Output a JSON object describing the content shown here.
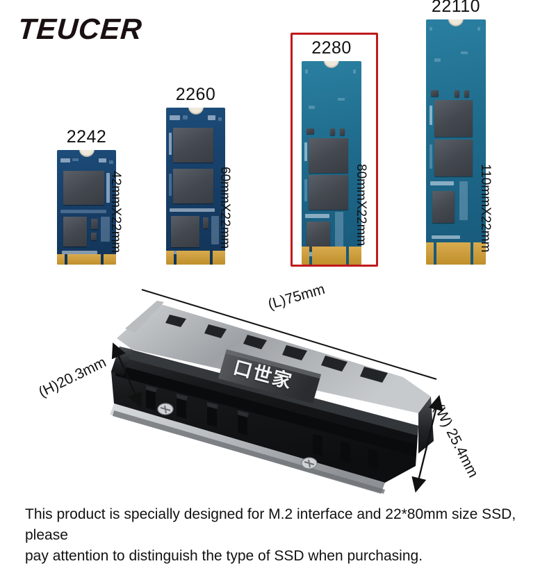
{
  "brand": {
    "name": "TEUCER"
  },
  "modules": [
    {
      "label": "2242",
      "dimension": "42mmX22mm",
      "highlighted": false
    },
    {
      "label": "2260",
      "dimension": "60mmX22mm",
      "highlighted": false
    },
    {
      "label": "2280",
      "dimension": "80mmX22mm",
      "highlighted": true
    },
    {
      "label": "22110",
      "dimension": "110mmX22mm",
      "highlighted": false
    }
  ],
  "heatsink": {
    "badge_text": "口世家",
    "length_label": "(L)75mm",
    "height_label": "(H)20.3mm",
    "width_label": "(W) 25.4mm"
  },
  "caption": {
    "line1": "This product is specially designed for M.2 interface and 22*80mm size SSD, please",
    "line2": "pay attention to distinguish the type of SSD when purchasing."
  },
  "colors": {
    "highlight": "#c0191c",
    "pcb_navy": "#17406a",
    "pcb_teal": "#1f6b8c",
    "gold": "#d8ab4e",
    "text": "#111111"
  }
}
